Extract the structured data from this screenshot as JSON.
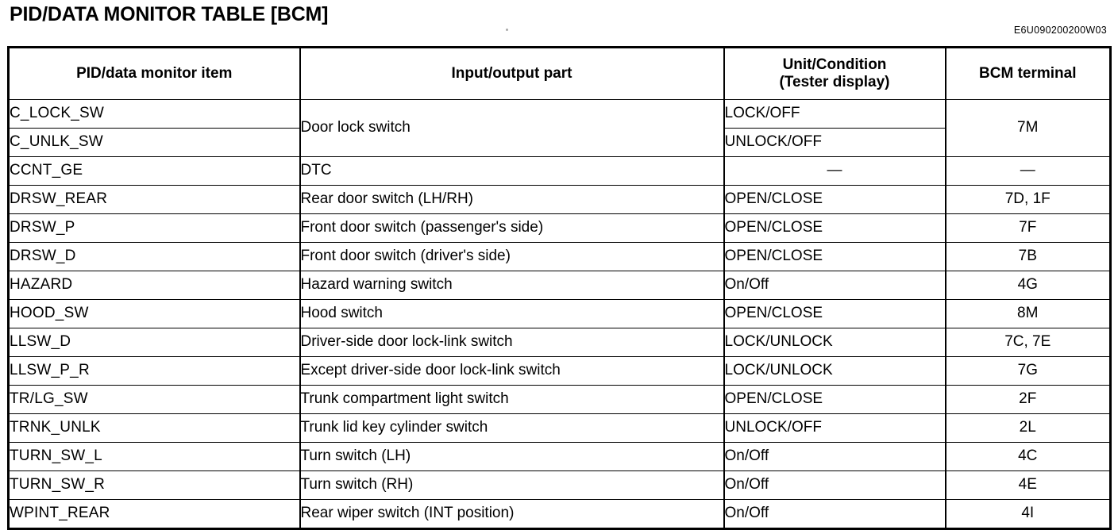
{
  "document": {
    "title": "PID/DATA MONITOR TABLE [BCM]",
    "code": "E6U090200200W03"
  },
  "table": {
    "headers": {
      "pid": "PID/data monitor item",
      "part": "Input/output part",
      "unit_line1": "Unit/Condition",
      "unit_line2": "(Tester display)",
      "terminal": "BCM terminal"
    },
    "rows": [
      {
        "pid": "C_LOCK_SW",
        "part": "Door lock switch",
        "unit": "LOCK/OFF",
        "terminal": "7M"
      },
      {
        "pid": "C_UNLK_SW",
        "part": "",
        "unit": "UNLOCK/OFF",
        "terminal": ""
      },
      {
        "pid": "CCNT_GE",
        "part": "DTC",
        "unit": "—",
        "terminal": "—"
      },
      {
        "pid": "DRSW_REAR",
        "part": "Rear door switch (LH/RH)",
        "unit": "OPEN/CLOSE",
        "terminal": "7D, 1F"
      },
      {
        "pid": "DRSW_P",
        "part": "Front door switch (passenger's side)",
        "unit": "OPEN/CLOSE",
        "terminal": "7F"
      },
      {
        "pid": "DRSW_D",
        "part": "Front door switch (driver's side)",
        "unit": "OPEN/CLOSE",
        "terminal": "7B"
      },
      {
        "pid": "HAZARD",
        "part": "Hazard warning switch",
        "unit": "On/Off",
        "terminal": "4G"
      },
      {
        "pid": "HOOD_SW",
        "part": "Hood switch",
        "unit": "OPEN/CLOSE",
        "terminal": "8M"
      },
      {
        "pid": "LLSW_D",
        "part": "Driver-side door lock-link switch",
        "unit": "LOCK/UNLOCK",
        "terminal": "7C, 7E"
      },
      {
        "pid": "LLSW_P_R",
        "part": "Except driver-side door lock-link switch",
        "unit": "LOCK/UNLOCK",
        "terminal": "7G"
      },
      {
        "pid": "TR/LG_SW",
        "part": "Trunk compartment light switch",
        "unit": "OPEN/CLOSE",
        "terminal": "2F"
      },
      {
        "pid": "TRNK_UNLK",
        "part": "Trunk lid key cylinder switch",
        "unit": "UNLOCK/OFF",
        "terminal": "2L"
      },
      {
        "pid": "TURN_SW_L",
        "part": "Turn switch (LH)",
        "unit": "On/Off",
        "terminal": "4C"
      },
      {
        "pid": "TURN_SW_R",
        "part": "Turn switch (RH)",
        "unit": "On/Off",
        "terminal": "4E"
      },
      {
        "pid": "WPINT_REAR",
        "part": "Rear wiper switch (INT position)",
        "unit": "On/Off",
        "terminal": "4I"
      }
    ]
  }
}
